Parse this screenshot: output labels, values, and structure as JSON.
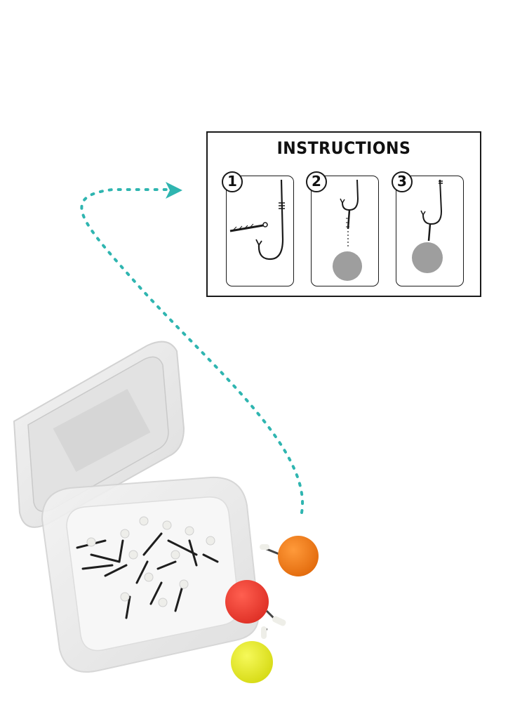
{
  "instructions": {
    "title": "INSTRUCTIONS",
    "steps": [
      {
        "number": "1"
      },
      {
        "number": "2"
      },
      {
        "number": "3"
      }
    ]
  },
  "colors": {
    "arrow": "#2fb5b0",
    "bead_orange": "#f6831f",
    "bead_red": "#f0453a",
    "bead_yellow": "#ecef2c",
    "pellet_gray": "#9e9e9e",
    "outline": "#1a1a1a"
  },
  "product": {
    "items": [
      "plastic-box",
      "hooks",
      "orange-bead",
      "red-bead",
      "yellow-bead"
    ]
  }
}
